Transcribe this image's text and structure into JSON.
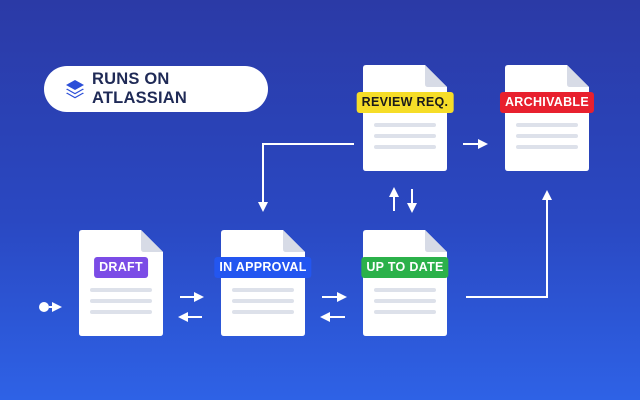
{
  "header_pill": {
    "label": "RUNS ON ATLASSIAN",
    "icon": "layers-icon",
    "icon_color": "#2c4fd8"
  },
  "stages": [
    {
      "id": "draft",
      "label": "DRAFT",
      "color": "#7b4ce6"
    },
    {
      "id": "in-approval",
      "label": "IN APPROVAL",
      "color": "#2356f0"
    },
    {
      "id": "up-to-date",
      "label": "UP TO DATE",
      "color": "#2bb14a"
    },
    {
      "id": "review-req",
      "label": "REVIEW REQ.",
      "color": "#f6dd28"
    },
    {
      "id": "archivable",
      "label": "ARCHIVABLE",
      "color": "#e8202e"
    }
  ],
  "colors": {
    "arrow": "#ffffff",
    "doc_fill": "#ffffff",
    "doc_fold": "#d7dbe6",
    "doc_lines": "#dde1ea"
  }
}
